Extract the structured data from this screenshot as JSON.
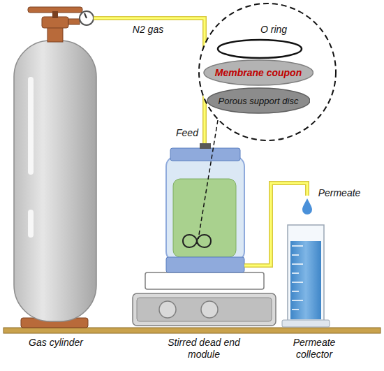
{
  "diagram": {
    "nodes": [
      {
        "text": [
          "Membrane coupon"
        ]
      },
      {
        "text": [
          "Porous support disc"
        ]
      }
    ],
    "labels": [
      "N2 gas",
      "Feed",
      "Permeate",
      "O ring",
      "Gas cylinder",
      "Stirred dead end module",
      "Permeate collector"
    ]
  }
}
